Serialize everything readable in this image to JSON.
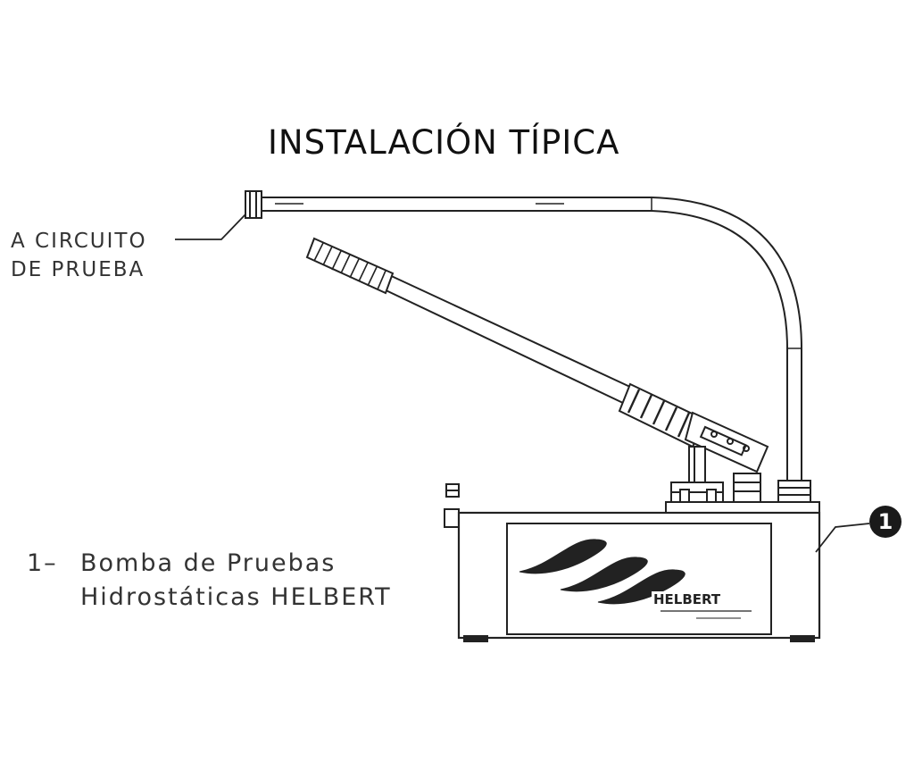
{
  "title": "INSTALACIÓN TÍPICA",
  "circuit_label": {
    "line1": "A CIRCUITO",
    "line2": "DE PRUEBA"
  },
  "legend": {
    "number": "1–",
    "line1": "Bomba de Pruebas",
    "line2": "Hidrostáticas HELBERT"
  },
  "callout_number": "1",
  "brand_logo_text": "HELBERT"
}
